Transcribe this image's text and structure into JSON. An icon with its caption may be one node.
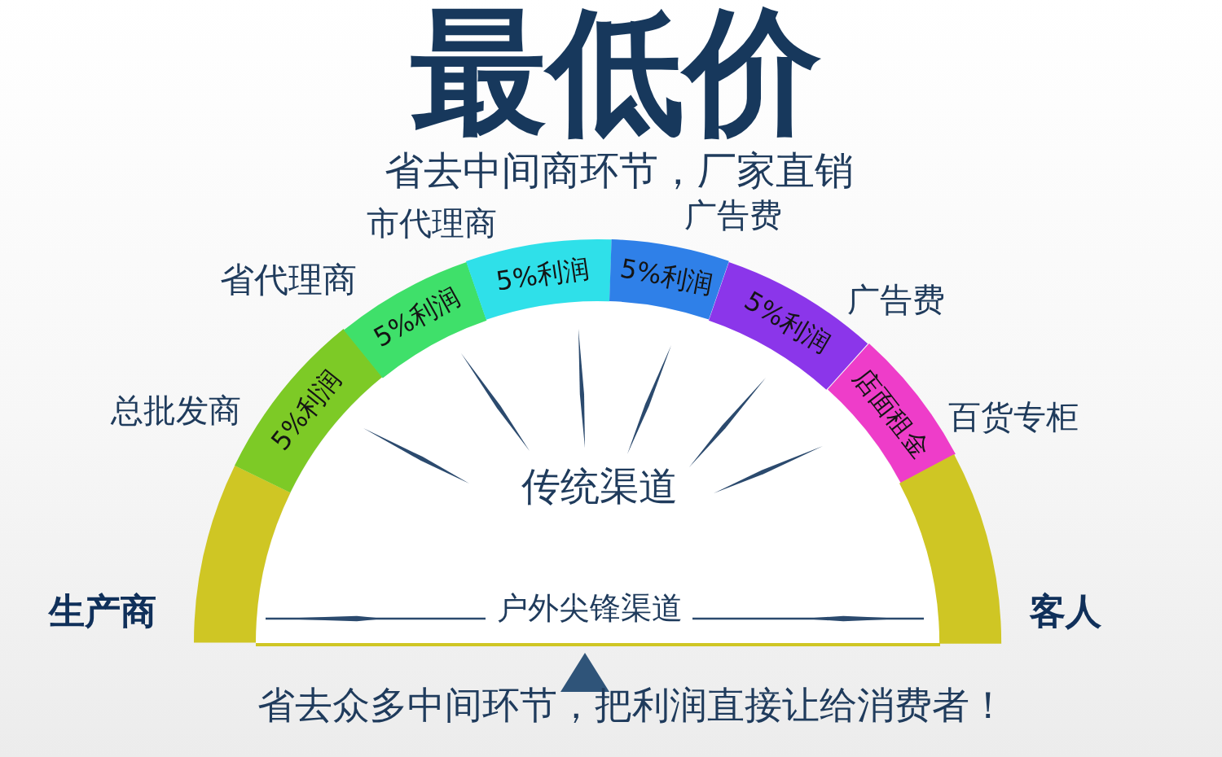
{
  "diagram": {
    "title": "最低价",
    "caption": "省去众多中间环节，把利润直接让给消费者！",
    "nodes": [
      {
        "text": [],
        "shape": "arc"
      },
      {
        "text": [
          "5%利润"
        ]
      },
      {
        "text": [
          "5%利润"
        ]
      },
      {
        "text": [
          "5%利润"
        ]
      },
      {
        "text": [
          "5%利润"
        ]
      },
      {
        "text": [
          "5%利润"
        ]
      },
      {
        "text": [
          "店面租金"
        ]
      },
      {
        "text": [],
        "shape": "arc"
      }
    ],
    "labels": [
      "省去中间商环节，厂家直销",
      "总批发商",
      "省代理商",
      "市代理商",
      "广告费",
      "广告费",
      "百货专柜",
      "传统渠道",
      "生产商",
      "户外尖锋渠道",
      "客人"
    ]
  }
}
